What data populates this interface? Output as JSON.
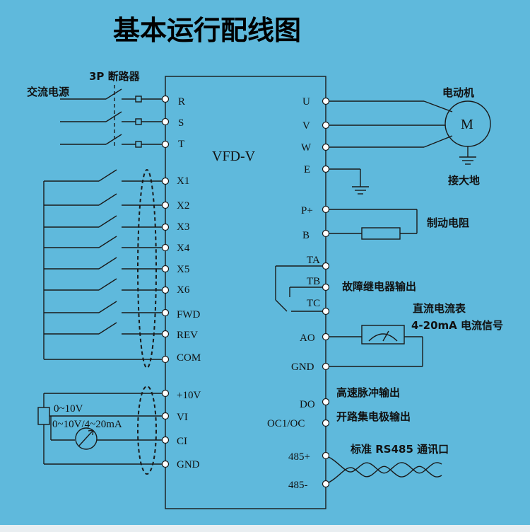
{
  "title": "基本运行配线图",
  "vfd_label": "VFD-V",
  "left_terminals": [
    "R",
    "S",
    "T",
    "X1",
    "X2",
    "X3",
    "X4",
    "X5",
    "X6",
    "FWD",
    "REV",
    "COM",
    "+10V",
    "VI",
    "CI",
    "GND"
  ],
  "right_terminals": [
    "U",
    "V",
    "W",
    "E",
    "P+",
    "B",
    "TA",
    "TB",
    "TC",
    "AO",
    "GND",
    "DO",
    "OC1/OC",
    "485+",
    "485-"
  ],
  "labels": {
    "ac_power": "交流电源",
    "breaker": "3P 断路器",
    "motor": "电动机",
    "motor_symbol": "M",
    "ground": "接大地",
    "brake_resistor": "制动电阻",
    "fault_relay": "故障继电器输出",
    "dc_ammeter": "直流电流表",
    "current_signal": "4-20mA 电流信号",
    "pulse_out": "高速脉冲输出",
    "open_collector": "开路集电极输出",
    "rs485": "标准 RS485 通讯口",
    "pot_range": "0~10V",
    "meter_range": "0~10V/4~20mA"
  }
}
